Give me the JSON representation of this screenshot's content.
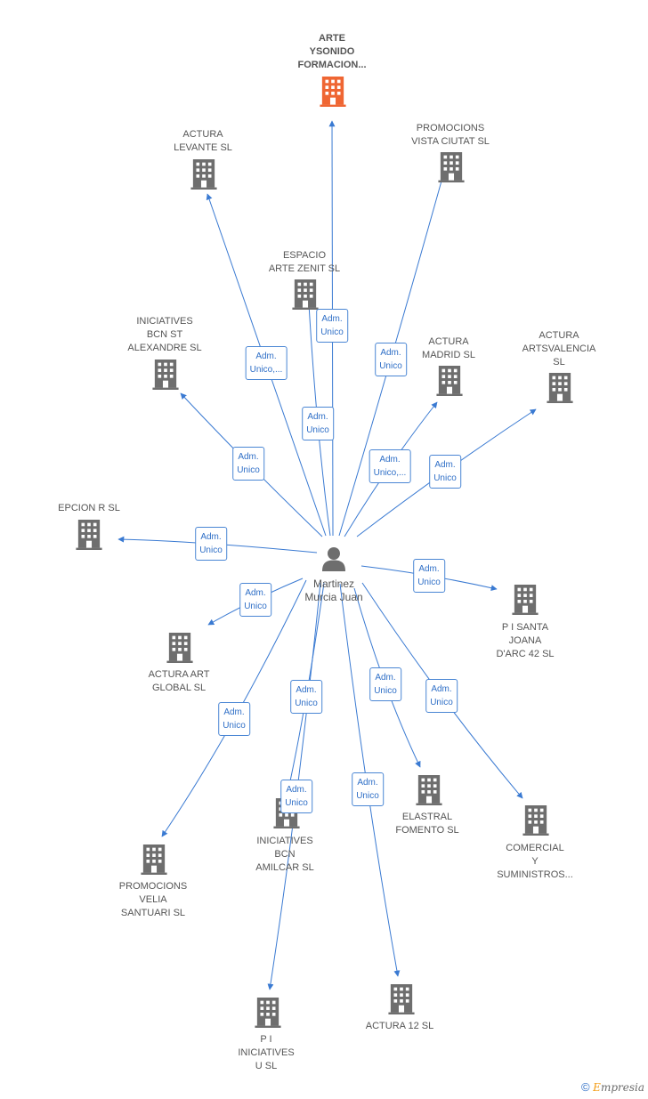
{
  "center": {
    "id": "martinez",
    "label_lines": [
      "Martinez",
      "Murcia Juan"
    ]
  },
  "colors": {
    "edge": "#3a7ad2",
    "building": "#6e6e6e",
    "focus_building": "#ef6633",
    "label": "#555555",
    "edge_label": "#2f6fc7"
  },
  "companies": [
    {
      "id": "arte",
      "label_lines": [
        "ARTE",
        "YSONIDO",
        "FORMACION..."
      ],
      "focus": true,
      "edge_label": [
        "Adm.",
        "Unico"
      ]
    },
    {
      "id": "actura-levante",
      "label_lines": [
        "ACTURA",
        "LEVANTE  SL"
      ],
      "focus": false,
      "edge_label": [
        "Adm.",
        "Unico,..."
      ]
    },
    {
      "id": "promocions-vista",
      "label_lines": [
        "PROMOCIONS",
        "VISTA CIUTAT SL"
      ],
      "focus": false,
      "edge_label": [
        "Adm.",
        "Unico"
      ]
    },
    {
      "id": "espacio",
      "label_lines": [
        "ESPACIO",
        "ARTE ZENIT  SL"
      ],
      "focus": false,
      "edge_label": [
        "Adm.",
        "Unico"
      ]
    },
    {
      "id": "iniciatives-st",
      "label_lines": [
        "INICIATIVES",
        "BCN ST",
        "ALEXANDRE SL"
      ],
      "focus": false,
      "edge_label": [
        "Adm.",
        "Unico"
      ]
    },
    {
      "id": "actura-madrid",
      "label_lines": [
        "ACTURA",
        "MADRID  SL"
      ],
      "focus": false,
      "edge_label": [
        "Adm.",
        "Unico,..."
      ]
    },
    {
      "id": "actura-artsvalencia",
      "label_lines": [
        "ACTURA",
        "ARTSVALENCIA",
        "SL"
      ],
      "focus": false,
      "edge_label": [
        "Adm.",
        "Unico"
      ]
    },
    {
      "id": "epcion",
      "label_lines": [
        "EPCION R SL"
      ],
      "focus": false,
      "edge_label": [
        "Adm.",
        "Unico"
      ]
    },
    {
      "id": "pi-santa-joana",
      "label_lines": [
        "P I SANTA",
        "JOANA",
        "D'ARC 42 SL"
      ],
      "focus": false,
      "edge_label": [
        "Adm.",
        "Unico"
      ]
    },
    {
      "id": "actura-art-global",
      "label_lines": [
        "ACTURA ART",
        "GLOBAL  SL"
      ],
      "focus": false,
      "edge_label": [
        "Adm.",
        "Unico"
      ]
    },
    {
      "id": "elastral",
      "label_lines": [
        "ELASTRAL",
        "FOMENTO SL"
      ],
      "focus": false,
      "edge_label": [
        "Adm.",
        "Unico"
      ]
    },
    {
      "id": "comercial",
      "label_lines": [
        "COMERCIAL",
        "Y",
        "SUMINISTROS..."
      ],
      "focus": false,
      "edge_label": [
        "Adm.",
        "Unico"
      ]
    },
    {
      "id": "promocions-velia",
      "label_lines": [
        "PROMOCIONS",
        "VELIA",
        "SANTUARI SL"
      ],
      "focus": false,
      "edge_label": [
        "Adm.",
        "Unico"
      ]
    },
    {
      "id": "iniciatives-amilcar",
      "label_lines": [
        "INICIATIVES",
        "BCN",
        "AMILCAR SL"
      ],
      "focus": false,
      "edge_label": [
        "Adm.",
        "Unico"
      ]
    },
    {
      "id": "pi-iniciatives-u",
      "label_lines": [
        "P I",
        "INICIATIVES",
        "U SL"
      ],
      "focus": false,
      "edge_label": [
        "Adm.",
        "Unico"
      ]
    },
    {
      "id": "actura-12",
      "label_lines": [
        "ACTURA 12 SL"
      ],
      "focus": false,
      "edge_label": [
        "Adm.",
        "Unico"
      ]
    }
  ],
  "footer": {
    "copyright": "©",
    "brand_first": "E",
    "brand_rest": "mpresia"
  }
}
